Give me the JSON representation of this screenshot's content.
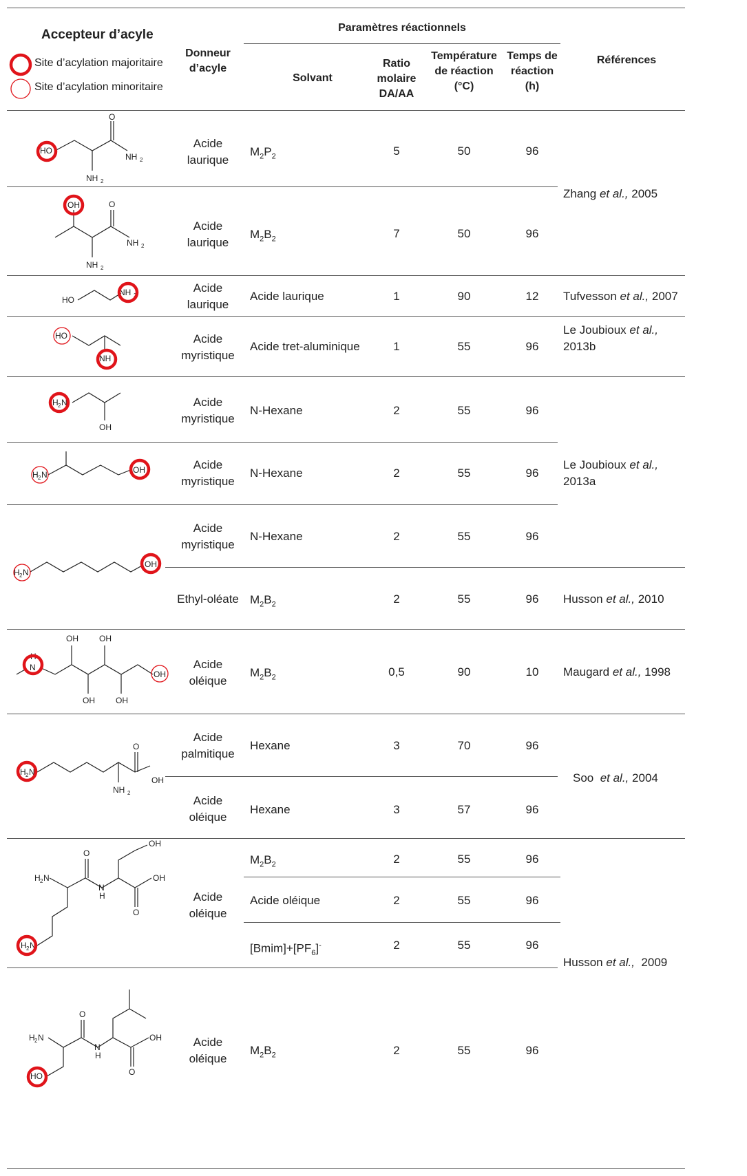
{
  "header": {
    "acceptor_title": "Accepteur d’acyle",
    "legend_major": "Site d’acylation majoritaire",
    "legend_minor": "Site d’acylation minoritaire",
    "donor": "Donneur d’acyle",
    "params_group": "Paramètres réactionnels",
    "solvent": "Solvant",
    "ratio": "Ratio molaire DA/AA",
    "temperature": "Température de réaction (°C)",
    "time": "Temps de réaction (h)",
    "references": "Références"
  },
  "rows": [
    {
      "donor": "Acide laurique",
      "solvent": "M2P2",
      "ratio": "5",
      "temp": "50",
      "time": "96"
    },
    {
      "donor": "Acide laurique",
      "solvent": "M2B2",
      "ratio": "7",
      "temp": "50",
      "time": "96"
    },
    {
      "donor": "Acide laurique",
      "solvent": "Acide laurique",
      "ratio": "1",
      "temp": "90",
      "time": "12"
    },
    {
      "donor": "Acide myristique",
      "solvent": "Acide tret-aluminique",
      "ratio": "1",
      "temp": "55",
      "time": "96"
    },
    {
      "donor": "Acide myristique",
      "solvent": "N-Hexane",
      "ratio": "2",
      "temp": "55",
      "time": "96"
    },
    {
      "donor": "Acide myristique",
      "solvent": "N-Hexane",
      "ratio": "2",
      "temp": "55",
      "time": "96"
    },
    {
      "donor": "Acide myristique",
      "solvent": "N-Hexane",
      "ratio": "2",
      "temp": "55",
      "time": "96"
    },
    {
      "donor": "Ethyl-oléate",
      "solvent": "M2B2",
      "ratio": "2",
      "temp": "55",
      "time": "96"
    },
    {
      "donor": "Acide oléique",
      "solvent": "M2B2",
      "ratio": "0,5",
      "temp": "90",
      "time": "10"
    },
    {
      "donor": "Acide palmitique",
      "solvent": "Hexane",
      "ratio": "3",
      "temp": "70",
      "time": "96"
    },
    {
      "donor": "Acide oléique",
      "solvent": "Hexane",
      "ratio": "3",
      "temp": "57",
      "time": "96"
    },
    {
      "donor": "",
      "solvent": "M2B2",
      "ratio": "2",
      "temp": "55",
      "time": "96"
    },
    {
      "donor": "Acide oléique",
      "solvent": "Acide oléique",
      "ratio": "2",
      "temp": "55",
      "time": "96"
    },
    {
      "donor": "",
      "solvent": "[Bmim]+[PF6]-",
      "ratio": "2",
      "temp": "55",
      "time": "96"
    },
    {
      "donor": "Acide oléique",
      "solvent": "M2B2",
      "ratio": "2",
      "temp": "55",
      "time": "96"
    }
  ],
  "references": [
    {
      "author": "Zhang",
      "etal": "et al.,",
      "year": "2005"
    },
    {
      "author": "Tufvesson",
      "etal": "et al.,",
      "year": "2007"
    },
    {
      "author": "Le Joubioux",
      "etal": "et al.,",
      "year": "2013b"
    },
    {
      "author": "Le Joubioux",
      "etal": "et al.,",
      "year": "2013a"
    },
    {
      "author": "Husson",
      "etal": "et al.,",
      "year": "2010"
    },
    {
      "author": "Maugard",
      "etal": "et al.,",
      "year": "1998"
    },
    {
      "author": "Soo",
      "etal": "et al.,",
      "year": "2004"
    },
    {
      "author": "Husson",
      "etal": "et al.,",
      "year": "2009"
    }
  ],
  "atoms": {
    "ho": "HO",
    "oh": "OH",
    "o": "O",
    "nh2": "NH",
    "h2n": "H",
    "two": "2",
    "n_label": "N",
    "h": "H",
    "n": "N"
  },
  "colors": {
    "major_site": "#e0141a",
    "minor_site": "#e0141a",
    "rule": "#555555"
  }
}
